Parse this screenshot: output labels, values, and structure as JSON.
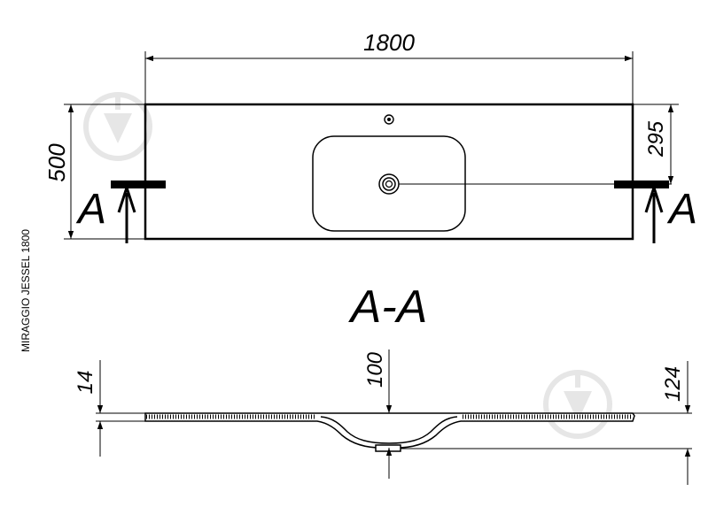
{
  "drawing": {
    "side_label": "MIRAGGIO JESSEL 1800",
    "section_title": "A-A",
    "section_marker_left": "A",
    "section_marker_right": "A"
  },
  "dimensions": {
    "overall_width": "1800",
    "depth": "500",
    "drain_offset": "295",
    "slab_thickness": "14",
    "bowl_depth": "100",
    "total_height": "124"
  },
  "colors": {
    "line": "#000000",
    "watermark": "#e6e6e6"
  },
  "icons": [
    "watermark-drop-icon"
  ]
}
